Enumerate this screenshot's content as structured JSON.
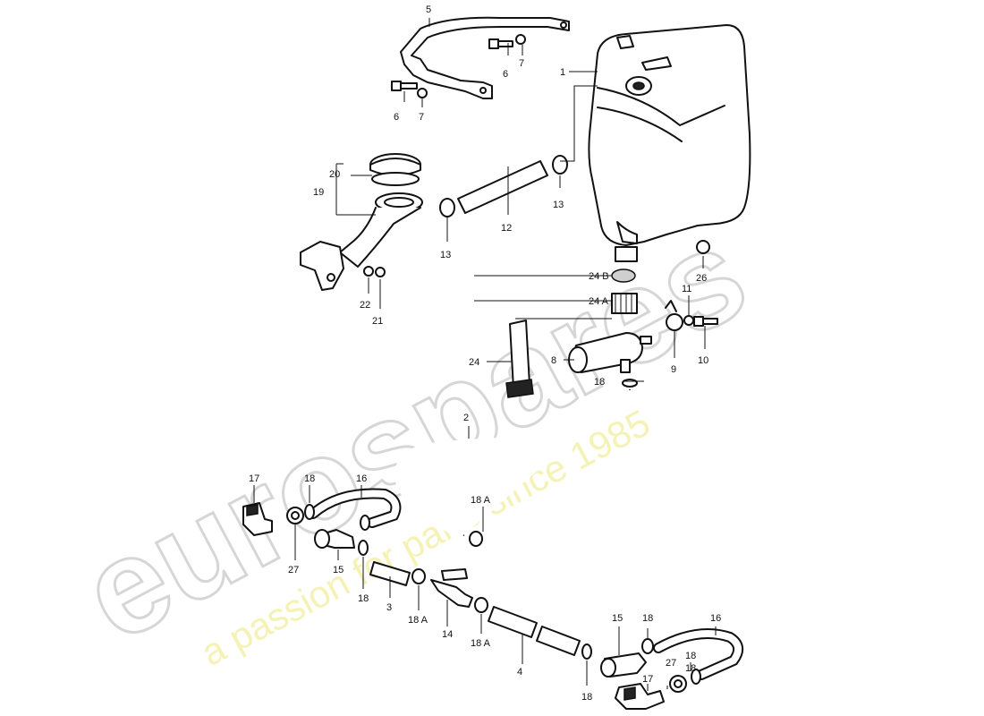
{
  "watermark": {
    "brand": "eurospares",
    "tagline": "a passion for parts since 1985"
  },
  "callouts": {
    "c1": "1",
    "c2": "2",
    "c3": "3",
    "c4": "4",
    "c5": "5",
    "c6a": "6",
    "c6b": "6",
    "c7a": "7",
    "c7b": "7",
    "c8": "8",
    "c9": "9",
    "c10": "10",
    "c11": "11",
    "c12": "12",
    "c13a": "13",
    "c13b": "13",
    "c14": "14",
    "c15a": "15",
    "c15b": "15",
    "c16a": "16",
    "c16b": "16",
    "c17a": "17",
    "c17b": "17",
    "c18a": "18",
    "c18b": "18",
    "c18c": "18",
    "c18d": "18",
    "c18e": "18",
    "c18f": "18",
    "c18g": "18",
    "c18Aa": "18 A",
    "c18Ab": "18 A",
    "c18Ac": "18 A",
    "c19": "19",
    "c20": "20",
    "c21": "21",
    "c22": "22",
    "c24": "24",
    "c24A": "24 A",
    "c24B": "24 B",
    "c26": "26",
    "c27a": "27",
    "c27b": "27"
  },
  "colors": {
    "ink": "#111111",
    "watermark_grey": "#d6d6d6",
    "watermark_yellow": "#f2ee9e"
  }
}
